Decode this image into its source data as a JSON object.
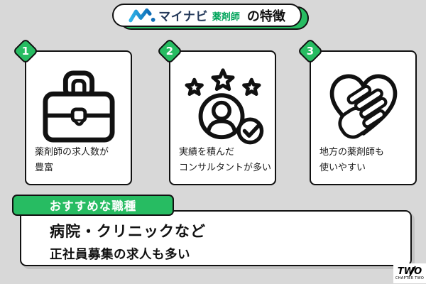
{
  "palette": {
    "background": "#d8d8d8",
    "accent_green": "#27bc62",
    "logo_green": "#00a45a",
    "logo_navy": "#24395a",
    "logo_blue_light": "#2fb3e8",
    "logo_blue_dark": "#0e6cb5",
    "outline": "#111111"
  },
  "header": {
    "brand_mynavi": "マイナビ",
    "brand_service": "薬剤師",
    "suffix": "の特徴"
  },
  "features": [
    {
      "number": "1",
      "icon": "briefcase-icon",
      "caption_lines": [
        "薬剤師の求人数が",
        "豊富"
      ]
    },
    {
      "number": "2",
      "icon": "consultant-stars-icon",
      "caption_lines": [
        "実績を積んだ",
        "コンサルタントが多い"
      ]
    },
    {
      "number": "3",
      "icon": "hand-on-heart-icon",
      "caption_lines": [
        "地方の薬剤師も",
        "使いやすい"
      ]
    }
  ],
  "recommend": {
    "label": "おすすめな職種",
    "line1": "病院・クリニックなど",
    "line2": "正社員募集の求人も多い"
  },
  "watermark": {
    "logo_text": "TWO",
    "tagline": "CHAPTER TWO"
  }
}
